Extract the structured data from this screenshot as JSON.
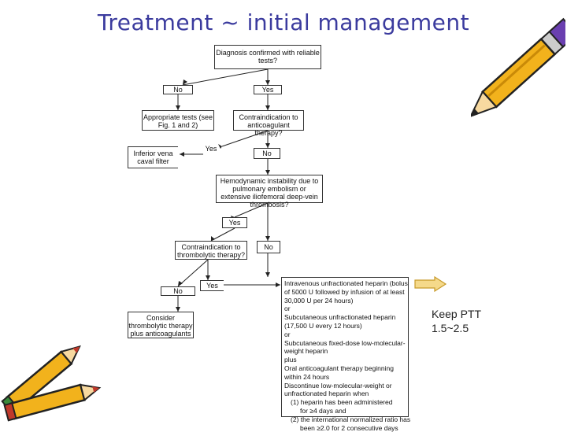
{
  "title": "Treatment ~ initial management",
  "nodes": {
    "diagnosis": "Diagnosis confirmed with reliable tests?",
    "no1": "No",
    "yes1": "Yes",
    "approp_tests": "Appropriate tests (see Fig. 1 and 2)",
    "contra_anticoag": "Contraindication to anticoagulant therapy?",
    "yes2": "Yes",
    "no2": "No",
    "ivc_filter": "Inferior vena caval filter",
    "hemodynamic": "Hemodynamic instability due to pulmonary embolism or extensive iliofemoral deep-vein thrombosis?",
    "yes3": "Yes",
    "contra_thrombolytic": "Contraindication to thrombolytic therapy?",
    "no3": "No",
    "no4": "No",
    "yes4": "Yes",
    "consider": "Consider thrombolytic therapy plus anticoagulants"
  },
  "main_box_lines": [
    "Intravenous unfractionated heparin (bolus",
    "of 5000 U followed by infusion of at least",
    "30,000 U per 24 hours)",
    "or",
    "Subcutaneous unfractionated heparin",
    "(17,500 U every 12 hours)",
    "or",
    "Subcutaneous fixed-dose low-molecular-",
    "weight heparin",
    "plus",
    "Oral anticoagulant therapy beginning",
    "within 24 hours",
    "Discontinue low-molecular-weight or",
    "unfractionated heparin when",
    "(1) heparin has been administered",
    "for ≥4 days and",
    "(2) the international normalized ratio has",
    "been ≥2.0 for 2 consecutive days"
  ],
  "note": {
    "line1": "Keep PTT",
    "line2": "1.5~2.5"
  },
  "colors": {
    "title": "#3b3b9e",
    "arrow_fill": "#f5d98a",
    "arrow_stroke": "#c79a2a",
    "pencil_body": "#f2b21c",
    "pencil_edge": "#222222",
    "deco_purple": "#6a3fb0"
  },
  "icons": [
    "pencil-icon",
    "crayons-icon",
    "right-arrow-icon"
  ]
}
